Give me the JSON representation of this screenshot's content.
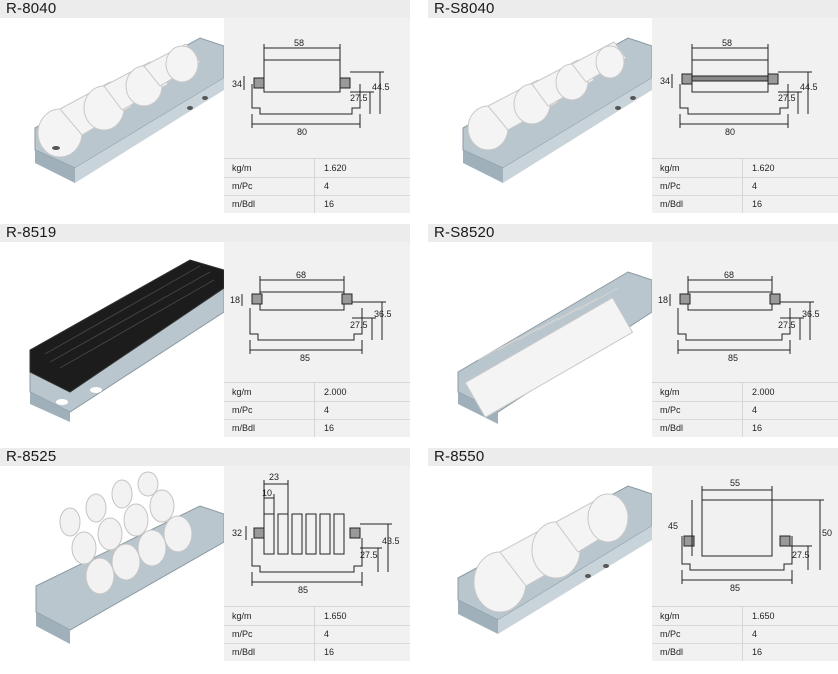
{
  "cards": [
    {
      "title": "R-8040",
      "photo_icon": "white-roller-track-image",
      "dims": {
        "top": "58",
        "left": "34",
        "right_inner": "27.5",
        "right_outer": "44.5",
        "bottom": "80"
      },
      "specs": [
        {
          "label": "kg/m",
          "value": "1.620"
        },
        {
          "label": "m/Pc",
          "value": "4"
        },
        {
          "label": "m/Bdl",
          "value": "16"
        }
      ]
    },
    {
      "title": "R-S8040",
      "photo_icon": "white-roller-track-image",
      "dims": {
        "top": "58",
        "left": "34",
        "right_inner": "27.5",
        "right_outer": "44.5",
        "bottom": "80"
      },
      "specs": [
        {
          "label": "kg/m",
          "value": "1.620"
        },
        {
          "label": "m/Pc",
          "value": "4"
        },
        {
          "label": "m/Bdl",
          "value": "16"
        }
      ]
    },
    {
      "title": "R-8519",
      "photo_icon": "black-roller-track-image",
      "dims": {
        "top": "68",
        "left": "18",
        "right_inner": "27.5",
        "right_outer": "36.5",
        "bottom": "85"
      },
      "specs": [
        {
          "label": "kg/m",
          "value": "2.000"
        },
        {
          "label": "m/Pc",
          "value": "4"
        },
        {
          "label": "m/Bdl",
          "value": "16"
        }
      ]
    },
    {
      "title": "R-S8520",
      "photo_icon": "white-roller-track-image",
      "dims": {
        "top": "68",
        "left": "18",
        "right_inner": "27.5",
        "right_outer": "36.5",
        "bottom": "85"
      },
      "specs": [
        {
          "label": "kg/m",
          "value": "2.000"
        },
        {
          "label": "m/Pc",
          "value": "4"
        },
        {
          "label": "m/Bdl",
          "value": "16"
        }
      ]
    },
    {
      "title": "R-8525",
      "photo_icon": "wheel-track-image",
      "dims": {
        "top": "23",
        "top2": "10",
        "left": "32",
        "right_inner": "27.5",
        "right_outer": "43.5",
        "bottom": "85"
      },
      "specs": [
        {
          "label": "kg/m",
          "value": "1.650"
        },
        {
          "label": "m/Pc",
          "value": "4"
        },
        {
          "label": "m/Bdl",
          "value": "16"
        }
      ]
    },
    {
      "title": "R-8550",
      "photo_icon": "large-roller-track-image",
      "dims": {
        "top": "55",
        "left": "45",
        "right_inner": "27.5",
        "right_outer": "50",
        "bottom": "85"
      },
      "specs": [
        {
          "label": "kg/m",
          "value": "1.650"
        },
        {
          "label": "m/Pc",
          "value": "4"
        },
        {
          "label": "m/Bdl",
          "value": "16"
        }
      ]
    }
  ]
}
